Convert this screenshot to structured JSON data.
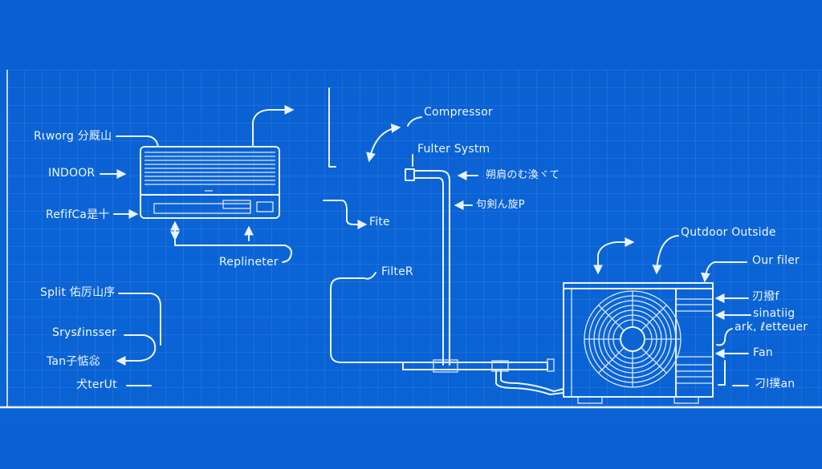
{
  "diagram": {
    "indoor_labels": [
      "Rιwοrg 分厩山",
      "INDOOR",
      "RefifCa是十",
      "Replineter"
    ],
    "left_labels": [
      "Split 佑厉山序",
      "Srysℓinsser",
      "Tan子惦惢",
      "犬terUt"
    ],
    "center_labels": [
      "Compressor",
      "Fulter Systm",
      "朔肩のむ渙ヾて",
      "句剣ん旋P",
      "Fite",
      "FilteR"
    ],
    "outdoor_labels": [
      "Qutdoor Outside",
      "Our filer",
      "刃撥f",
      "sinatiig",
      "ark, ℓetteuer",
      "Fan",
      "刁l撲an"
    ],
    "colors": {
      "background": "#0b63d4",
      "line": "#eaf4ff",
      "grid": "#3d86e6"
    }
  }
}
